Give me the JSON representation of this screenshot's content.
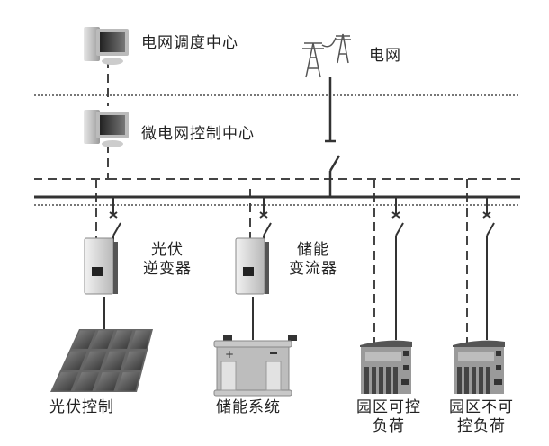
{
  "nodes": {
    "grid_dispatch_center": "电网调度中心",
    "power_grid": "电网",
    "microgrid_control_center": "微电网控制中心",
    "pv_inverter": [
      "光伏",
      "逆变器"
    ],
    "storage_converter": [
      "储能",
      "变流器"
    ],
    "pv_control": "光伏控制",
    "storage_system": "储能系统",
    "controllable_load": [
      "园区可控",
      "负荷"
    ],
    "uncontrollable_load": [
      "园区不可",
      "控负荷"
    ]
  },
  "legend_lines": {
    "solid": "power-line",
    "dashed": "communication-line",
    "dotted": "layer-boundary"
  }
}
